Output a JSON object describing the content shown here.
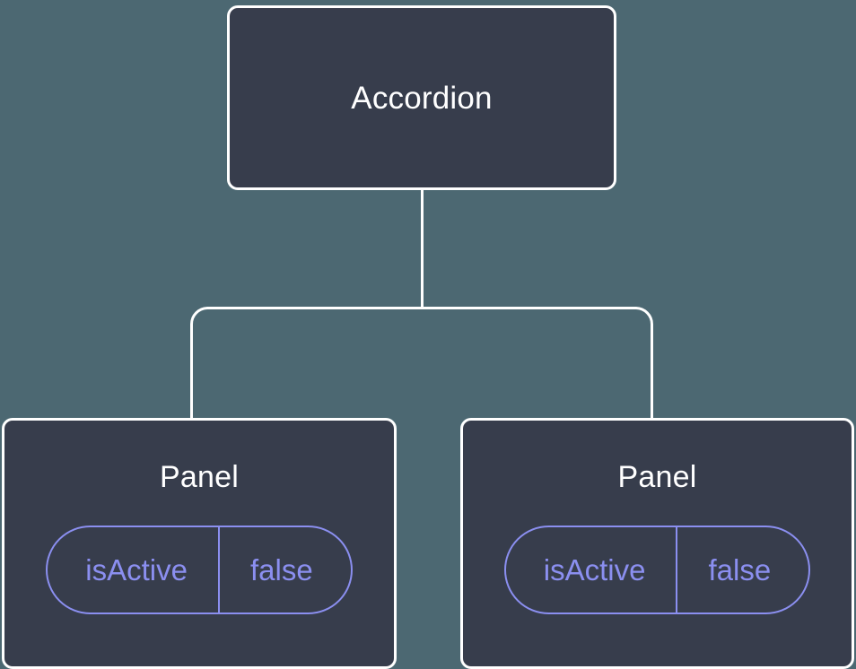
{
  "diagram": {
    "type": "component-tree",
    "background_color": "#4c6872",
    "node_fill_color": "#373d4c",
    "node_border_color": "#ffffff",
    "connector_color": "#ffffff",
    "prop_accent_color": "#8b8ff0",
    "root": {
      "title": "Accordion"
    },
    "children": [
      {
        "title": "Panel",
        "props": [
          {
            "key": "isActive",
            "value": "false"
          }
        ]
      },
      {
        "title": "Panel",
        "props": [
          {
            "key": "isActive",
            "value": "false"
          }
        ]
      }
    ]
  }
}
